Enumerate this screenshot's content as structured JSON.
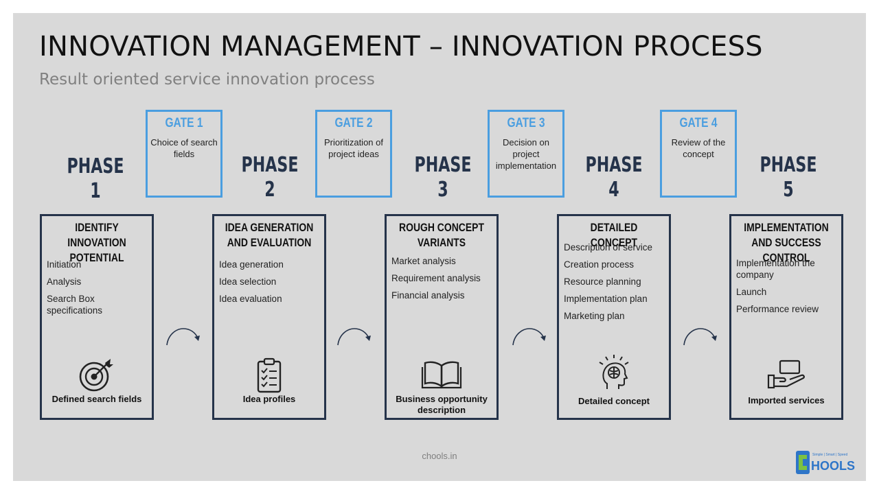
{
  "title": "INNOVATION MANAGEMENT – INNOVATION PROCESS",
  "subtitle": "Result oriented service innovation process",
  "phases": [
    {
      "word": "PHASE",
      "num": "1",
      "box_title": "IDENTIFY INNOVATION POTENTIAL",
      "items": [
        "Initiation",
        "Analysis",
        "Search Box specifications"
      ],
      "icon": "target-icon",
      "output": "Defined search fields"
    },
    {
      "word": "PHASE",
      "num": "2",
      "box_title": "IDEA GENERATION AND EVALUATION",
      "items": [
        "Idea generation",
        "Idea selection",
        "Idea evaluation"
      ],
      "icon": "clipboard-checklist-icon",
      "output": "Idea profiles"
    },
    {
      "word": "PHASE",
      "num": "3",
      "box_title": "ROUGH CONCEPT VARIANTS",
      "items": [
        "Market analysis",
        "Requirement analysis",
        "Financial analysis"
      ],
      "icon": "open-book-icon",
      "output": "Business opportunity description"
    },
    {
      "word": "PHASE",
      "num": "4",
      "box_title": "DETAILED CONCEPT",
      "items": [
        "Description of service",
        "Creation process",
        "Resource planning",
        "Implementation plan",
        "Marketing plan"
      ],
      "icon": "head-brain-icon",
      "output": "Detailed concept"
    },
    {
      "word": "PHASE",
      "num": "5",
      "box_title": "IMPLEMENTATION AND SUCCESS CONTROL",
      "items": [
        "Implementation the company",
        "Launch",
        "Performance review"
      ],
      "icon": "hand-offering-icon",
      "output": "Imported services"
    }
  ],
  "gates": [
    {
      "title": "GATE 1",
      "desc": "Choice of search fields"
    },
    {
      "title": "GATE 2",
      "desc": "Prioritization of project ideas"
    },
    {
      "title": "GATE 3",
      "desc": "Decision on project implementation"
    },
    {
      "title": "GATE 4",
      "desc": "Review of the concept"
    }
  ],
  "footer": "chools.in",
  "logo": {
    "text": "HOOLS",
    "tagline": "Simple | Smart | Speed"
  },
  "colors": {
    "phase_text": "#25334a",
    "gate_accent": "#4a9ee0",
    "box_border": "#25334a",
    "background": "#d9d9d9"
  }
}
